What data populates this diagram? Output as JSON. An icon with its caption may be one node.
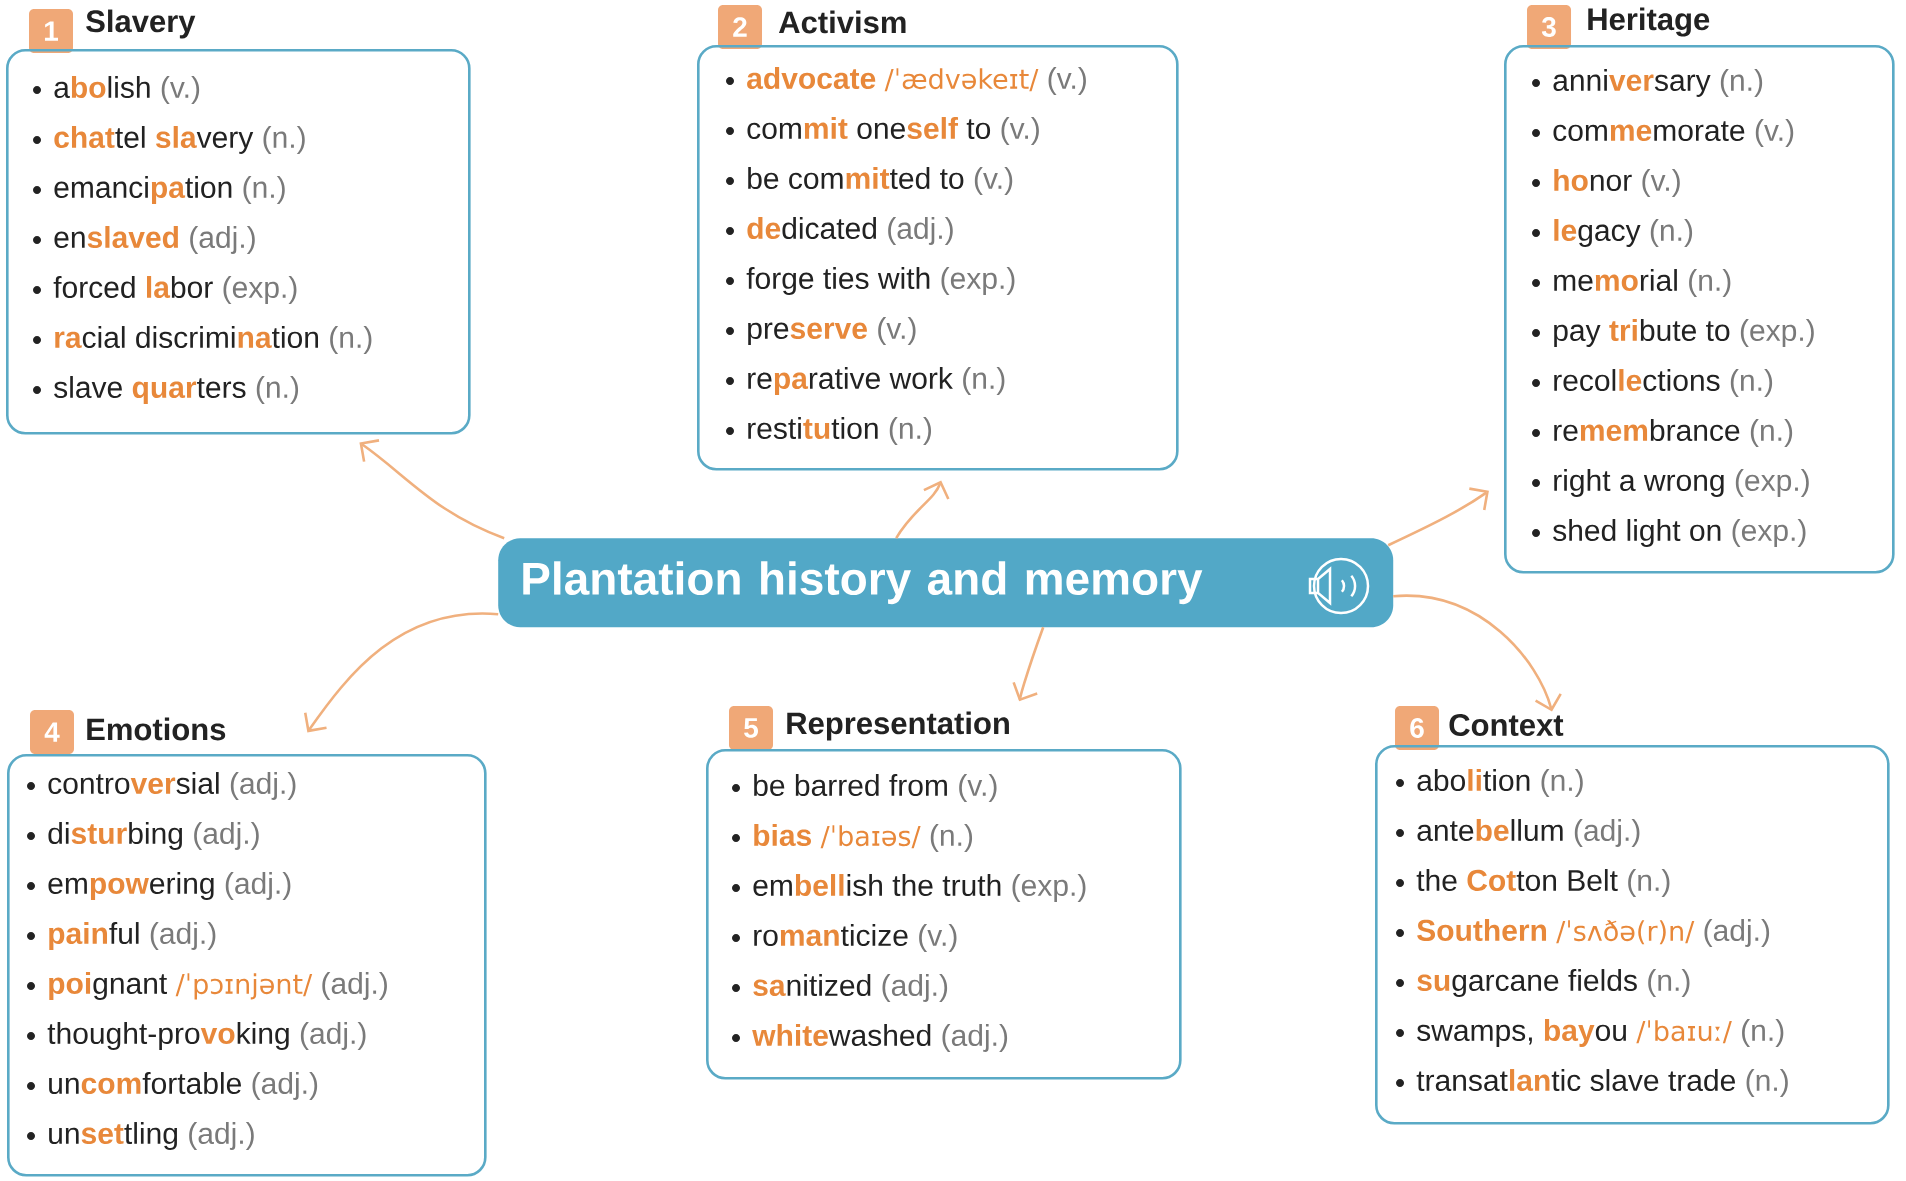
{
  "diagram": {
    "nodes": [
      {
        "text": [
          "Plantation history and memory"
        ]
      },
      {
        "text": [
          "1"
        ]
      },
      {
        "text": [
          "Slavery"
        ]
      },
      {
        "text": [
          "a**bo**lish",
          "(v.)"
        ],
        "in": 2
      },
      {
        "text": [
          "**chat**tel **sla**very",
          "(n.)"
        ],
        "in": 2
      },
      {
        "text": [
          "emanci**pa**tion",
          "(n.)"
        ],
        "in": 2
      },
      {
        "text": [
          "en**slaved**",
          "(adj.)"
        ],
        "in": 2
      },
      {
        "text": [
          "forced **la**bor",
          "(exp.)"
        ],
        "in": 2
      },
      {
        "text": [
          "**ra**cial discrimi**na**tion",
          "(n.)"
        ],
        "in": 2
      },
      {
        "text": [
          "slave **quar**ters",
          "(n.)"
        ],
        "in": 2
      },
      {
        "text": [
          "2"
        ]
      },
      {
        "text": [
          "Activism"
        ]
      },
      {
        "text": [
          "**advocate**",
          "/ˈædvəkeɪt/",
          "(v.)"
        ],
        "in": 11
      },
      {
        "text": [
          "com**mit** one**self** to",
          "(v.)"
        ],
        "in": 11
      },
      {
        "text": [
          "be com**mit**ted to",
          "(v.)"
        ],
        "in": 11
      },
      {
        "text": [
          "**de**dicated",
          "(adj.)"
        ],
        "in": 11
      },
      {
        "text": [
          "forge ties with",
          "(exp.)"
        ],
        "in": 11
      },
      {
        "text": [
          "pre**serve**",
          "(v.)"
        ],
        "in": 11
      },
      {
        "text": [
          "re**pa**rative work",
          "(n.)"
        ],
        "in": 11
      },
      {
        "text": [
          "resti**tu**tion",
          "(n.)"
        ],
        "in": 11
      },
      {
        "text": [
          "3"
        ]
      },
      {
        "text": [
          "Heritage"
        ]
      },
      {
        "text": [
          "anni**ver**sary",
          "(n.)"
        ],
        "in": 21
      },
      {
        "text": [
          "com**me**morate",
          "(v.)"
        ],
        "in": 21
      },
      {
        "text": [
          "**ho**nor",
          "(v.)"
        ],
        "in": 21
      },
      {
        "text": [
          "**le**gacy",
          "(n.)"
        ],
        "in": 21
      },
      {
        "text": [
          "me**mo**rial",
          "(n.)"
        ],
        "in": 21
      },
      {
        "text": [
          "pay **tri**bute to",
          "(exp.)"
        ],
        "in": 21
      },
      {
        "text": [
          "recol**le**ctions",
          "(n.)"
        ],
        "in": 21
      },
      {
        "text": [
          "re**mem**brance",
          "(n.)"
        ],
        "in": 21
      },
      {
        "text": [
          "right a wrong",
          "(exp.)"
        ],
        "in": 21
      },
      {
        "text": [
          "shed light on",
          "(exp.)"
        ],
        "in": 21
      },
      {
        "text": [
          "4"
        ]
      },
      {
        "text": [
          "Emotions"
        ]
      },
      {
        "text": [
          "contro**ver**sial",
          "(adj.)"
        ],
        "in": 33
      },
      {
        "text": [
          "di**stur**bing",
          "(adj.)"
        ],
        "in": 33
      },
      {
        "text": [
          "em**pow**ering",
          "(adj.)"
        ],
        "in": 33
      },
      {
        "text": [
          "**pain**ful",
          "(adj.)"
        ],
        "in": 33
      },
      {
        "text": [
          "**poi**gnant",
          "/ˈpɔɪnjənt/",
          "(adj.)"
        ],
        "in": 33
      },
      {
        "text": [
          "thought-pro**vo**king",
          "(adj.)"
        ],
        "in": 33
      },
      {
        "text": [
          "un**com**fortable",
          "(adj.)"
        ],
        "in": 33
      },
      {
        "text": [
          "un**set**tling",
          "(adj.)"
        ],
        "in": 33
      },
      {
        "text": [
          "5"
        ]
      },
      {
        "text": [
          "Representation"
        ]
      },
      {
        "text": [
          "be barred from",
          "(v.)"
        ],
        "in": 43
      },
      {
        "text": [
          "**bias**",
          "/ˈbaɪəs/",
          "(n.)"
        ],
        "in": 43
      },
      {
        "text": [
          "em**bell**ish the truth",
          "(exp.)"
        ],
        "in": 43
      },
      {
        "text": [
          "ro**man**ticize",
          "(v.)"
        ],
        "in": 43
      },
      {
        "text": [
          "**sa**nitized",
          "(adj.)"
        ],
        "in": 43
      },
      {
        "text": [
          "**white**washed",
          "(adj.)"
        ],
        "in": 43
      },
      {
        "text": [
          "6"
        ]
      },
      {
        "text": [
          "Context"
        ]
      },
      {
        "text": [
          "abo**li**tion",
          "(n.)"
        ],
        "in": 51
      },
      {
        "text": [
          "ante**be**llum",
          "(adj.)"
        ],
        "in": 51
      },
      {
        "text": [
          "the **Cot**ton Belt",
          "(n.)"
        ],
        "in": 51
      },
      {
        "text": [
          "**Southern**",
          "/ˈsʌðə(r)n/",
          "(adj.)"
        ],
        "in": 51
      },
      {
        "text": [
          "**su**garcane fields",
          "(n.)"
        ],
        "in": 51
      },
      {
        "text": [
          "swamps, **bay**ou",
          "/ˈbaɪuː/",
          "(n.)"
        ],
        "in": 51
      },
      {
        "text": [
          "transat**lan**tic slave trade",
          "(n.)"
        ],
        "in": 51
      }
    ],
    "edges": [
      {
        "from": 0,
        "to": 2,
        "arrow": "to"
      },
      {
        "from": 0,
        "to": 11,
        "arrow": "to"
      },
      {
        "from": 0,
        "to": 21,
        "arrow": "to"
      },
      {
        "from": 0,
        "to": 33,
        "arrow": "to"
      },
      {
        "from": 0,
        "to": 43,
        "arrow": "to"
      },
      {
        "from": 0,
        "to": 51,
        "arrow": "to"
      }
    ]
  }
}
